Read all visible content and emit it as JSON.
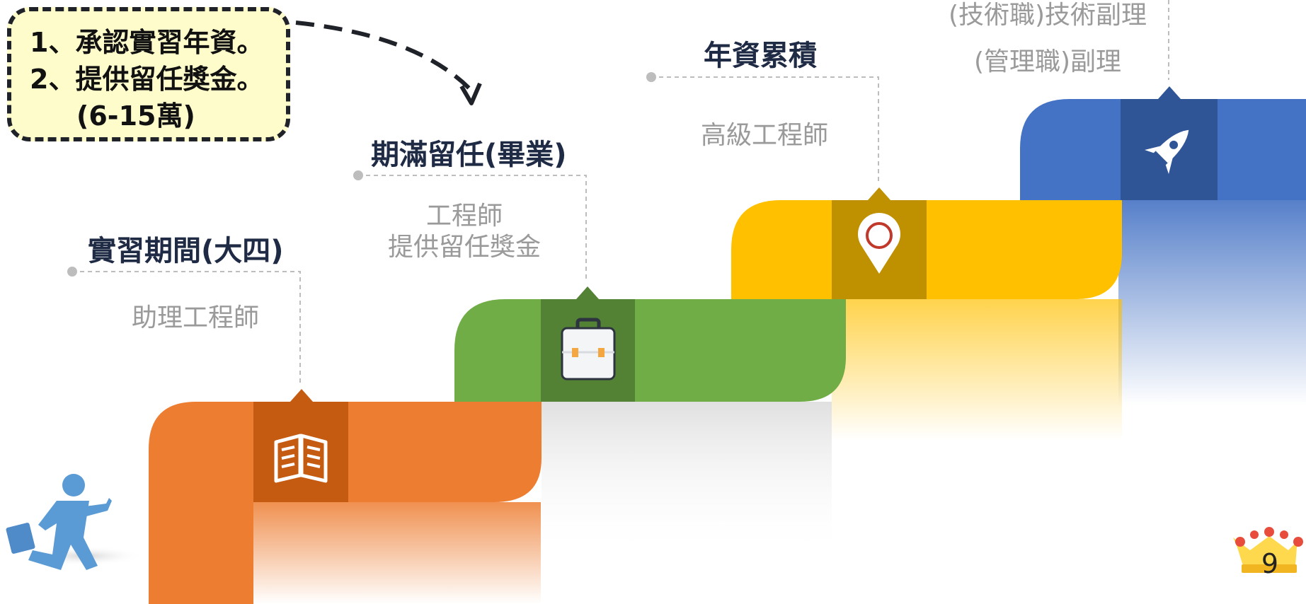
{
  "callout": {
    "line1": "1、承認實習年資。",
    "line2": "2、提供留任獎金。",
    "line3": "(6-15萬)"
  },
  "stages": [
    {
      "title": "實習期間(大四)",
      "subtitle": [
        "助理工程師"
      ],
      "color": "#ED7D31",
      "icon": "book-icon"
    },
    {
      "title": "期滿留任(畢業)",
      "subtitle": [
        "工程師",
        "提供留任獎金"
      ],
      "color": "#70AD47",
      "icon": "briefcase-icon"
    },
    {
      "title": "年資累積",
      "subtitle": [
        "高級工程師"
      ],
      "color": "#FFC000",
      "icon": "location-pin-icon"
    },
    {
      "title": "",
      "subtitle": [
        "(技術職)技術副理",
        "(管理職)副理"
      ],
      "color": "#4472C4",
      "icon": "rocket-icon"
    }
  ],
  "page_number": "9"
}
